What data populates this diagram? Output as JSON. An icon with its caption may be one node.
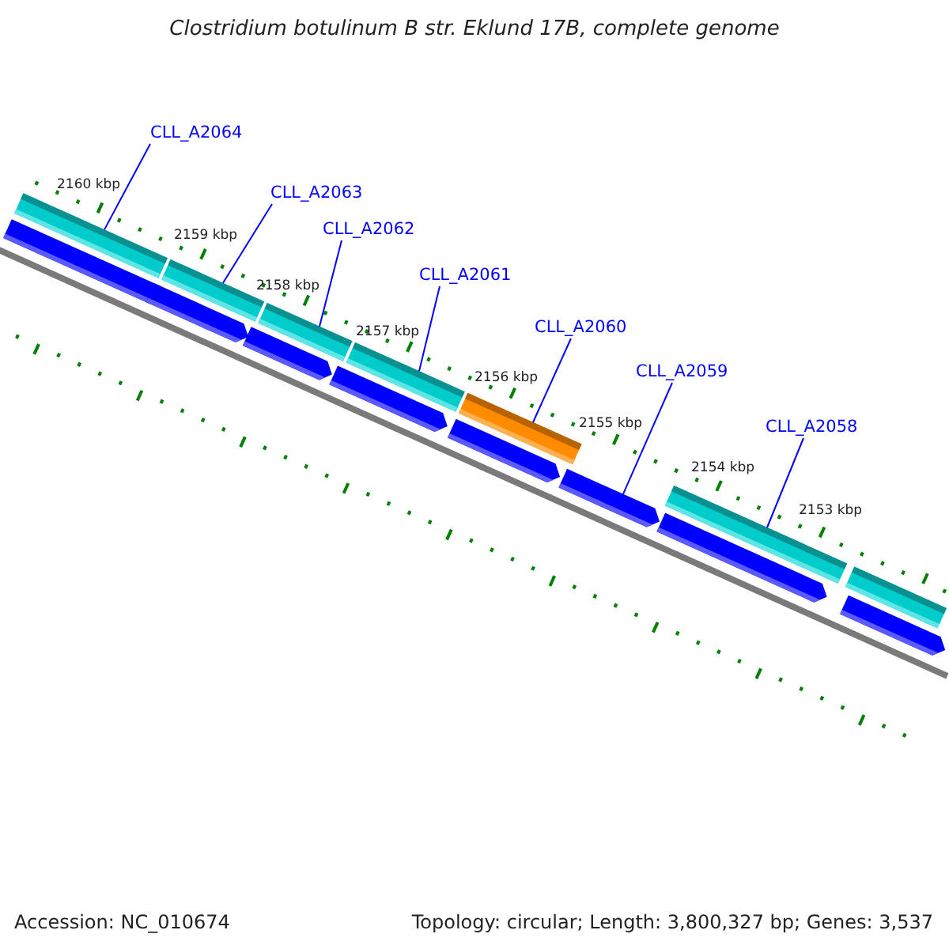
{
  "diagram": {
    "title": "Clostridium botulinum B str. Eklund 17B, complete genome",
    "nodes": [
      {
        "text": [
          "CLL_A2064"
        ]
      },
      {
        "text": [
          "CLL_A2063"
        ]
      },
      {
        "text": [
          "CLL_A2062"
        ]
      },
      {
        "text": [
          "CLL_A2061"
        ]
      },
      {
        "text": [
          "CLL_A2060"
        ]
      },
      {
        "text": [
          "CLL_A2059"
        ]
      },
      {
        "text": [
          "CLL_A2058"
        ]
      },
      {
        "text": [],
        "shape": "bar"
      },
      {
        "text": [],
        "shape": "bar"
      },
      {
        "text": [],
        "shape": "bar"
      },
      {
        "text": [],
        "shape": "bar"
      },
      {
        "text": [],
        "shape": "bar"
      },
      {
        "text": [],
        "shape": "bar"
      },
      {
        "text": [],
        "shape": "bar"
      },
      {
        "text": [],
        "shape": "arrow"
      },
      {
        "text": [],
        "shape": "arrow"
      },
      {
        "text": [],
        "shape": "arrow"
      },
      {
        "text": [],
        "shape": "arrow"
      },
      {
        "text": [],
        "shape": "arrow"
      },
      {
        "text": [],
        "shape": "arrow"
      },
      {
        "text": [],
        "shape": "arrow"
      },
      {
        "text": [],
        "shape": "arrow"
      }
    ],
    "edges": [
      {
        "from": 0,
        "to": 7,
        "arrow": "none"
      },
      {
        "from": 1,
        "to": 8,
        "arrow": "none"
      },
      {
        "from": 2,
        "to": 9,
        "arrow": "none"
      },
      {
        "from": 3,
        "to": 10,
        "arrow": "none"
      },
      {
        "from": 4,
        "to": 11,
        "arrow": "none"
      },
      {
        "from": 5,
        "to": 19,
        "arrow": "none"
      },
      {
        "from": 6,
        "to": 12,
        "arrow": "none"
      }
    ],
    "labels": [
      "2160 kbp",
      "2159 kbp",
      "2158 kbp",
      "2157 kbp",
      "2156 kbp",
      "2155 kbp",
      "2154 kbp",
      "2153 kbp",
      "Accession: NC_010674",
      "Topology: circular; Length: 3,800,327 bp; Genes: 3,537"
    ]
  }
}
